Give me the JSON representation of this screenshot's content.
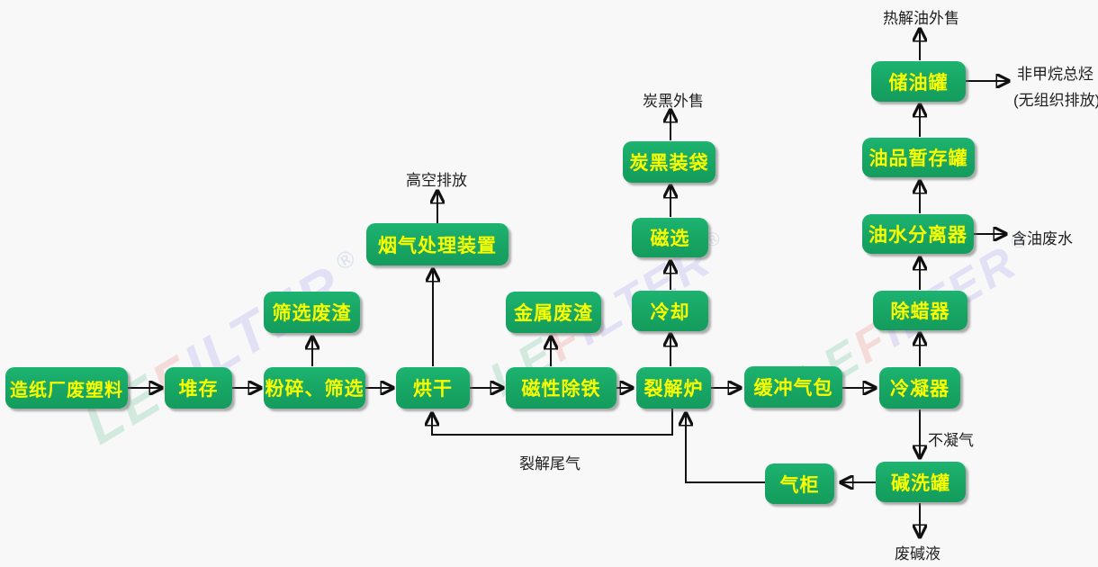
{
  "diagram": {
    "type": "process-flow-chart",
    "nodes": {
      "paper": {
        "label": "造纸厂废塑料"
      },
      "pile": {
        "label": "堆存"
      },
      "crush": {
        "label": "粉碎、筛选"
      },
      "dry": {
        "label": "烘干"
      },
      "magiron": {
        "label": "磁性除铁"
      },
      "pyro": {
        "label": "裂解炉"
      },
      "buffer": {
        "label": "缓冲气包"
      },
      "cond": {
        "label": "冷凝器"
      },
      "screenw": {
        "label": "筛选废渣"
      },
      "fluegas": {
        "label": "烟气处理装置"
      },
      "metalw": {
        "label": "金属废渣"
      },
      "cool": {
        "label": "冷却"
      },
      "magsep": {
        "label": "磁选"
      },
      "carbonbag": {
        "label": "炭黑装袋"
      },
      "dewax": {
        "label": "除蜡器"
      },
      "oilwater": {
        "label": "油水分离器"
      },
      "oiltemp": {
        "label": "油品暂存罐"
      },
      "oilstore": {
        "label": "储油罐"
      },
      "alkali": {
        "label": "碱洗罐"
      },
      "gasholder": {
        "label": "气柜"
      }
    },
    "labels": {
      "high_altitude": "高空排放",
      "carbon_black_sale": "炭黑外售",
      "pyrolysis_oil_sale": "热解油外售",
      "nmhc_line1": "非甲烷总烃",
      "nmhc_line2": "(无组织排放)",
      "oily_wastewater": "含油废水",
      "non_condensable_gas": "不凝气",
      "waste_alkali_liquid": "废碱液",
      "pyrolysis_tail_gas": "裂解尾气"
    },
    "edges": [
      {
        "from": "paper",
        "to": "pile"
      },
      {
        "from": "pile",
        "to": "crush"
      },
      {
        "from": "crush",
        "to": "dry"
      },
      {
        "from": "dry",
        "to": "magiron"
      },
      {
        "from": "magiron",
        "to": "pyro"
      },
      {
        "from": "pyro",
        "to": "buffer"
      },
      {
        "from": "buffer",
        "to": "cond"
      },
      {
        "from": "crush",
        "to": "screenw"
      },
      {
        "from": "dry",
        "to": "fluegas"
      },
      {
        "from": "fluegas",
        "to": "high_altitude"
      },
      {
        "from": "magiron",
        "to": "metalw"
      },
      {
        "from": "pyro",
        "to": "cool"
      },
      {
        "from": "cool",
        "to": "magsep"
      },
      {
        "from": "magsep",
        "to": "carbonbag"
      },
      {
        "from": "carbonbag",
        "to": "carbon_black_sale"
      },
      {
        "from": "cond",
        "to": "dewax"
      },
      {
        "from": "dewax",
        "to": "oilwater"
      },
      {
        "from": "oilwater",
        "to": "oiltemp"
      },
      {
        "from": "oiltemp",
        "to": "oilstore"
      },
      {
        "from": "oilstore",
        "to": "pyrolysis_oil_sale"
      },
      {
        "from": "oilstore",
        "to": "nmhc"
      },
      {
        "from": "oilwater",
        "to": "oily_wastewater"
      },
      {
        "from": "cond",
        "to": "alkali",
        "label": "不凝气"
      },
      {
        "from": "alkali",
        "to": "waste_alkali_liquid"
      },
      {
        "from": "alkali",
        "to": "gasholder"
      },
      {
        "from": "gasholder",
        "to": "pyro"
      },
      {
        "from": "pyro",
        "to": "dry",
        "label": "裂解尾气"
      }
    ],
    "watermark": {
      "text": "LEFILTER",
      "registered": "®"
    },
    "colors": {
      "node_fill": "#17a463",
      "node_text": "#f8fd00",
      "arrow": "#111111",
      "label_text": "#1f1f1f",
      "background": "#f7f8f7",
      "watermark_green": "#b4e0c9",
      "watermark_red": "#f5c3c3",
      "watermark_lavender": "#d2cef2"
    }
  }
}
